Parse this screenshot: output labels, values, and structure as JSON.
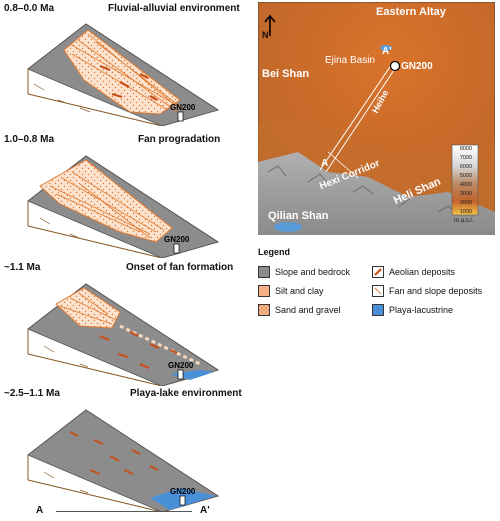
{
  "stages": [
    {
      "time": "0.8–0.0 Ma",
      "name": "Fluvial-alluvial environment",
      "site": "GN200"
    },
    {
      "time": "1.0–0.8 Ma",
      "name": "Fan progradation",
      "site": "GN200"
    },
    {
      "time": "~1.1 Ma",
      "name": "Onset of fan formation",
      "site": "GN200"
    },
    {
      "time": "~2.5–1.1 Ma",
      "name": "Playa-lake environment",
      "site": "GN200"
    }
  ],
  "profile": {
    "start": "A",
    "end": "A'"
  },
  "map": {
    "north": "N",
    "labels": {
      "eastern_altay": "Eastern Altay",
      "bei_shan": "Bei Shan",
      "ejina_basin": "Ejina Basin",
      "gn200": "GN200",
      "a_prime": "A'",
      "a": "A",
      "heihe": "Heihe",
      "hexi_corridor": "Hexi Corridor",
      "heli_shan": "Heli Shan",
      "qilian_shan": "Qilian Shan"
    },
    "elevation_ticks": [
      "8000",
      "7000",
      "6000",
      "5000",
      "4000",
      "3000",
      "2000",
      "1000"
    ],
    "elevation_unit": "m a.s.l."
  },
  "legend": {
    "title": "Legend",
    "items": [
      {
        "label": "Slope and bedrock",
        "color": "#8c8c8c"
      },
      {
        "label": "Aeolian deposits",
        "color": "#ffffff"
      },
      {
        "label": "Silt and clay",
        "color": "#f4b183"
      },
      {
        "label": "Fan and slope deposits",
        "color": "#ffffff"
      },
      {
        "label": "Sand and gravel",
        "color": "#ee8a3c"
      },
      {
        "label": "Playa-lacustrine",
        "color": "#4a90d9"
      }
    ]
  }
}
